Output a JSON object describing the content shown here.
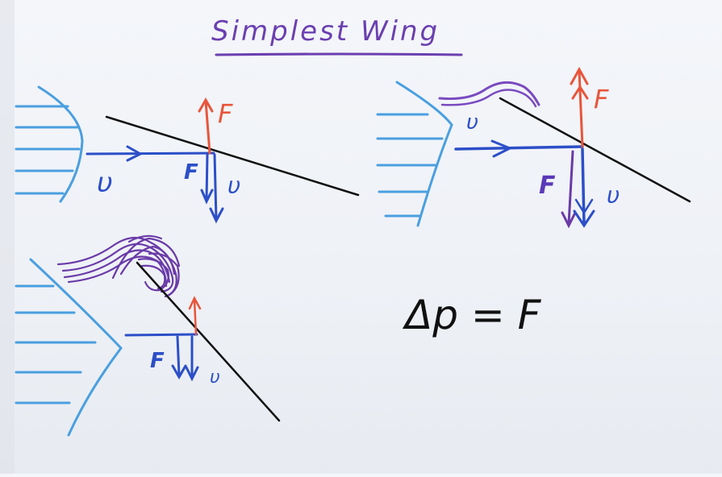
{
  "title": "Simplest Wing",
  "equation": "Δp = F",
  "diagrams": {
    "flat_flow": {
      "force_up": "F",
      "force_down": "F",
      "velocity_in": "υ",
      "velocity_down": "υ"
    },
    "tilted_flow": {
      "force_up": "F",
      "force_down": "F",
      "velocity_top": "υ",
      "velocity_down": "υ"
    },
    "steep_stall": {
      "force_down": "F",
      "velocity_down": "υ"
    }
  },
  "colors": {
    "title": "#6b3fb0",
    "flow": "#4a9fe0",
    "velocity": "#2c4fc8",
    "force": "#e8553b",
    "wing": "#111111",
    "vortex": "#6a3aa8"
  }
}
